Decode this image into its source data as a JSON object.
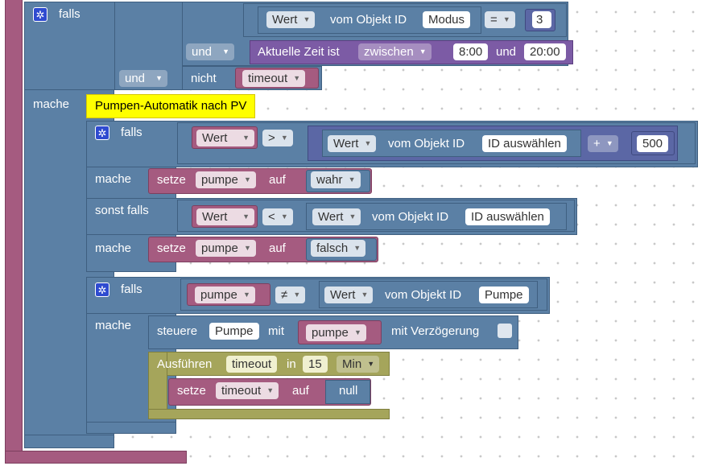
{
  "if1": {
    "falls": "falls",
    "mache": "mache",
    "cond_and_outer": "und",
    "nicht": "nicht",
    "timeout_var": "timeout",
    "cond_and_inner": "und",
    "compare": {
      "wert": "Wert",
      "vom_objekt_id": "vom Objekt ID",
      "object": "Modus",
      "op": "=",
      "value": "3"
    },
    "time": {
      "label": "Aktuelle Zeit ist",
      "mode": "zwischen",
      "from": "8:00",
      "und": "und",
      "to": "20:00"
    }
  },
  "comment": "Pumpen-Automatik nach PV",
  "if2": {
    "falls": "falls",
    "mache1": "mache",
    "sonst_falls": "sonst falls",
    "mache2": "mache",
    "cond1": {
      "wert": "Wert",
      "op": ">",
      "inner_wert": "Wert",
      "vom_objekt_id": "vom Objekt ID",
      "object": "ID auswählen",
      "math_op": "+",
      "number": "500"
    },
    "set1": {
      "setze": "setze",
      "var": "pumpe",
      "auf": "auf",
      "value": "wahr"
    },
    "cond2": {
      "wert": "Wert",
      "op": "<",
      "inner_wert": "Wert",
      "vom_objekt_id": "vom Objekt ID",
      "object": "ID auswählen"
    },
    "set2": {
      "setze": "setze",
      "var": "pumpe",
      "auf": "auf",
      "value": "falsch"
    }
  },
  "if3": {
    "falls": "falls",
    "mache": "mache",
    "cond": {
      "var": "pumpe",
      "op": "≠",
      "wert": "Wert",
      "vom_objekt_id": "vom Objekt ID",
      "object": "Pumpe"
    },
    "control": {
      "steuere": "steuere",
      "object": "Pumpe",
      "mit": "mit",
      "var": "pumpe",
      "delay_label": "mit Verzögerung"
    },
    "timeout": {
      "ausfuehren": "Ausführen",
      "name": "timeout",
      "in": "in",
      "value": "15",
      "unit": "Min"
    },
    "set": {
      "setze": "setze",
      "var": "timeout",
      "auf": "auf",
      "value": "null"
    }
  },
  "colors": {
    "logic": "#5b80a5",
    "variables": "#a55b80",
    "math": "#5b67a5",
    "time": "#7c5ba5",
    "timeouts": "#a5a55b",
    "comment": "#ffff00"
  },
  "icons": {
    "mutator": "gear-icon",
    "dropdown": "chevron-down-icon"
  }
}
